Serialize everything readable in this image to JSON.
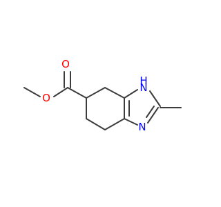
{
  "molecule": {
    "atoms": [
      {
        "symbol": "O",
        "role": "ester-methoxy-oxygen",
        "color": "#ff0000"
      },
      {
        "symbol": "O",
        "role": "carbonyl-oxygen",
        "color": "#ff0000"
      },
      {
        "symbol": "N",
        "role": "imine-nitrogen",
        "color": "#0000ff"
      },
      {
        "symbol": "NH",
        "role": "amine-nitrogen",
        "color": "#0000ff"
      },
      {
        "symbol": "H",
        "role": "nh-hydrogen",
        "color": "#0000ff"
      }
    ],
    "bond_color": "#3c3c3c",
    "background": "#ffffff"
  }
}
